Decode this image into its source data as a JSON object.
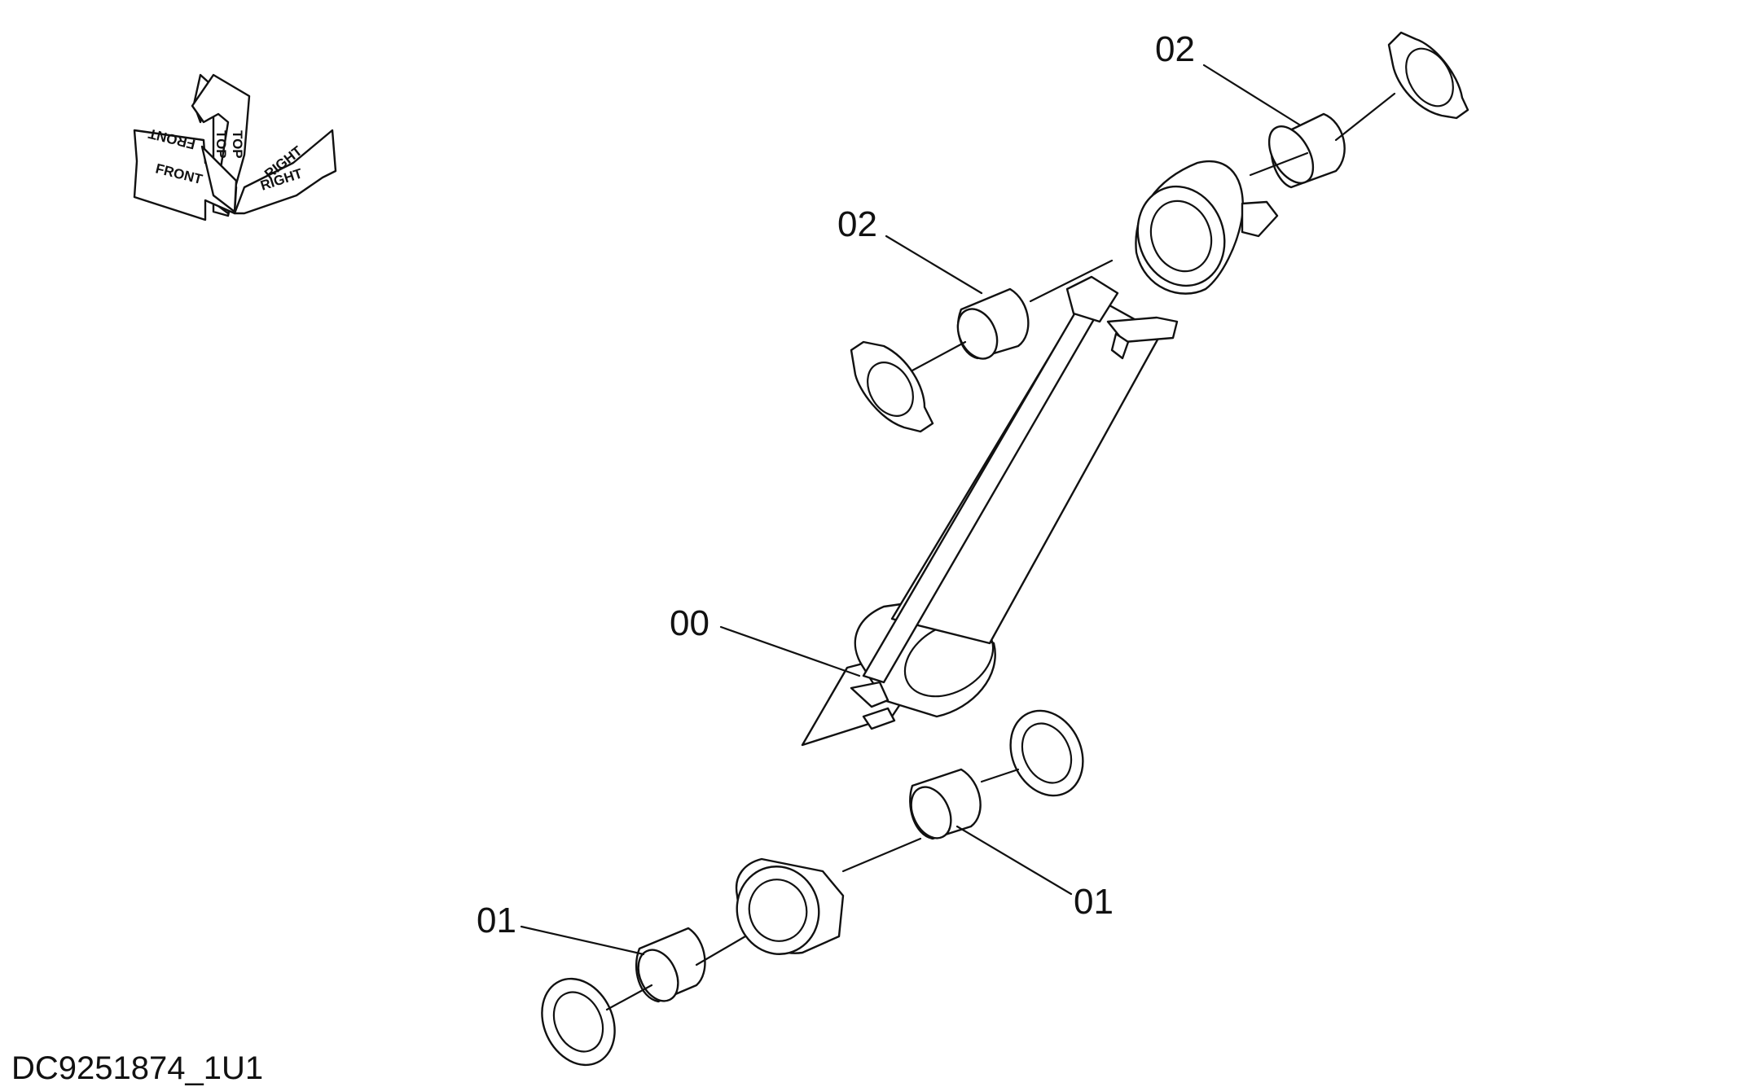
{
  "drawing_number": "DC9251874_1U1",
  "orientation_icon": {
    "labels": [
      "FRONT",
      "TOP",
      "RIGHT"
    ]
  },
  "callouts": [
    {
      "id": "callout-00-cylinder",
      "label": "00"
    },
    {
      "id": "callout-01-left-bushing",
      "label": "01"
    },
    {
      "id": "callout-01-right-bushing",
      "label": "01"
    },
    {
      "id": "callout-02-upper-bushing",
      "label": "02"
    },
    {
      "id": "callout-02-middle-bushing",
      "label": "02"
    }
  ]
}
